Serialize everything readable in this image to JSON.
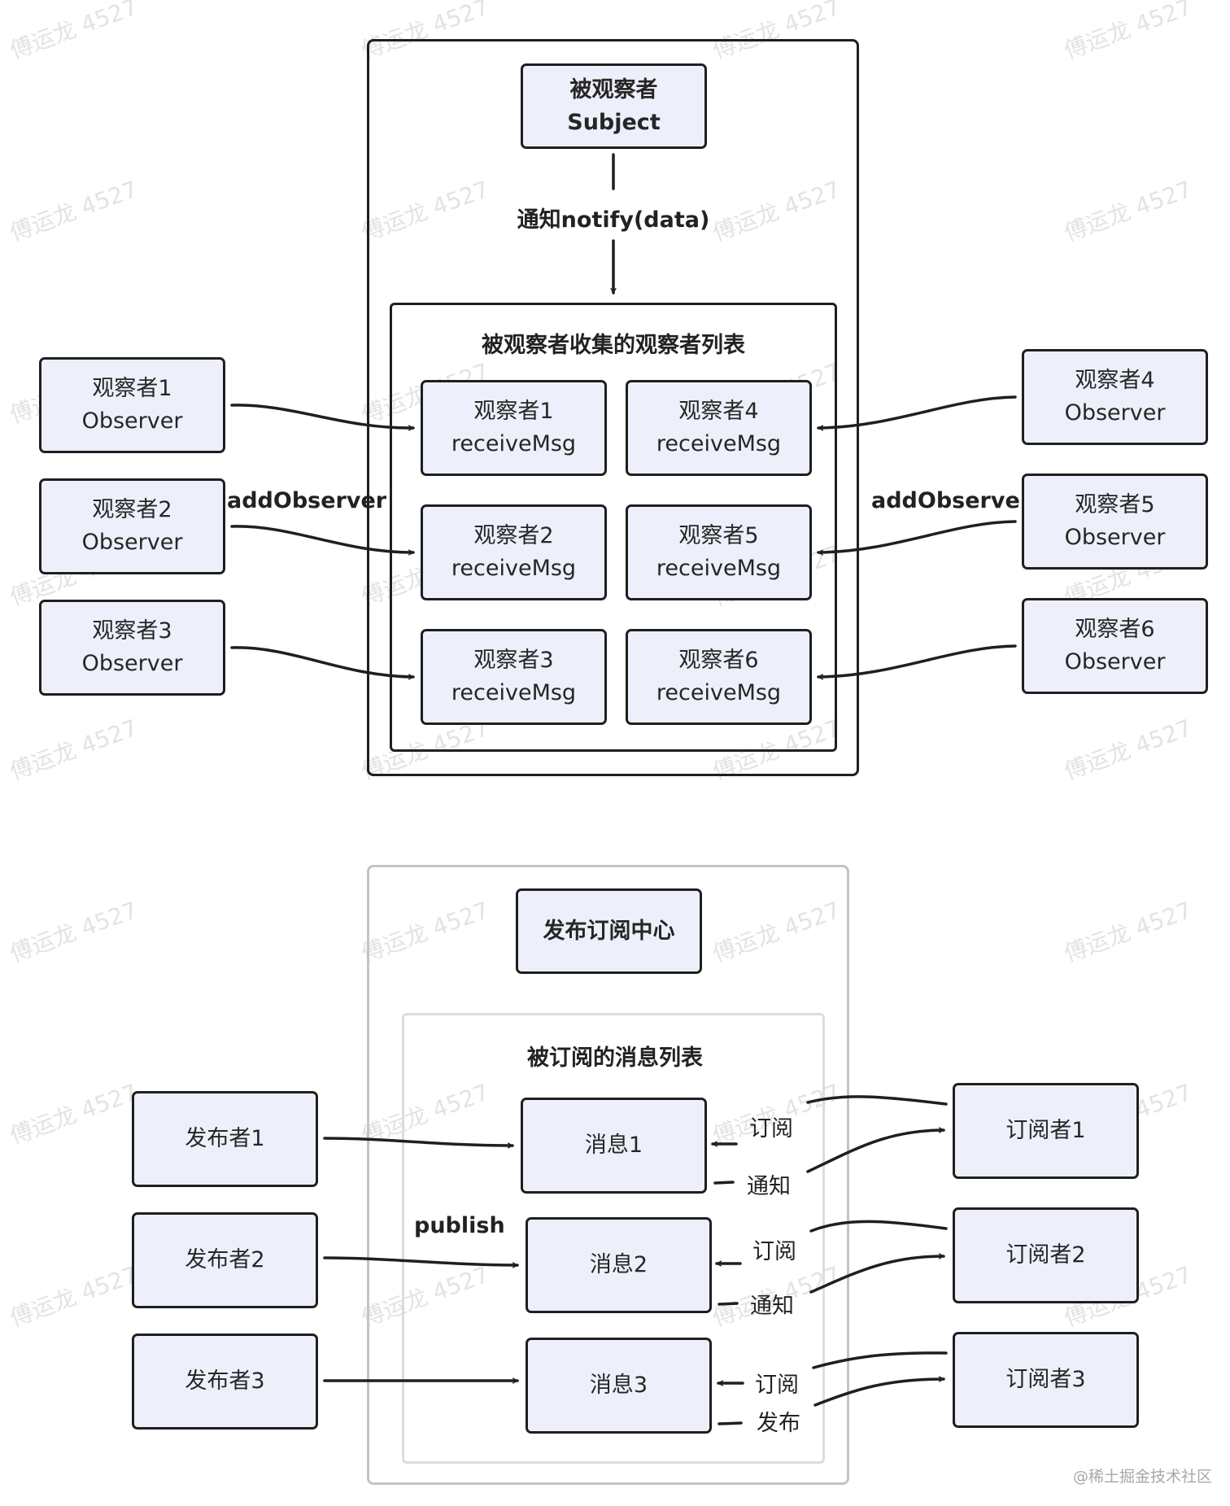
{
  "watermark": "傅运龙 4527",
  "credit": "@稀土掘金技术社区",
  "observer_diagram": {
    "subject": {
      "line1": "被观察者",
      "line2": "Subject"
    },
    "notify_label": "通知notify(data)",
    "list_title": "被观察者收集的观察者列表",
    "add_left": "addObserver",
    "add_right": "addObserver",
    "list_items": [
      {
        "line1": "观察者1",
        "line2": "receiveMsg"
      },
      {
        "line1": "观察者4",
        "line2": "receiveMsg"
      },
      {
        "line1": "观察者2",
        "line2": "receiveMsg"
      },
      {
        "line1": "观察者5",
        "line2": "receiveMsg"
      },
      {
        "line1": "观察者3",
        "line2": "receiveMsg"
      },
      {
        "line1": "观察者6",
        "line2": "receiveMsg"
      }
    ],
    "left_observers": [
      {
        "line1": "观察者1",
        "line2": "Observer"
      },
      {
        "line1": "观察者2",
        "line2": "Observer"
      },
      {
        "line1": "观察者3",
        "line2": "Observer"
      }
    ],
    "right_observers": [
      {
        "line1": "观察者4",
        "line2": "Observer"
      },
      {
        "line1": "观察者5",
        "line2": "Observer"
      },
      {
        "line1": "观察者6",
        "line2": "Observer"
      }
    ]
  },
  "pubsub_diagram": {
    "center": "发布订阅中心",
    "list_title": "被订阅的消息列表",
    "publish_label": "publish",
    "publishers": [
      "发布者1",
      "发布者2",
      "发布者3"
    ],
    "messages": [
      "消息1",
      "消息2",
      "消息3"
    ],
    "subscribers": [
      "订阅者1",
      "订阅者2",
      "订阅者3"
    ],
    "links": [
      {
        "top": "订阅",
        "bottom": "通知"
      },
      {
        "top": "订阅",
        "bottom": "通知"
      },
      {
        "top": "订阅",
        "bottom": "发布"
      }
    ]
  }
}
